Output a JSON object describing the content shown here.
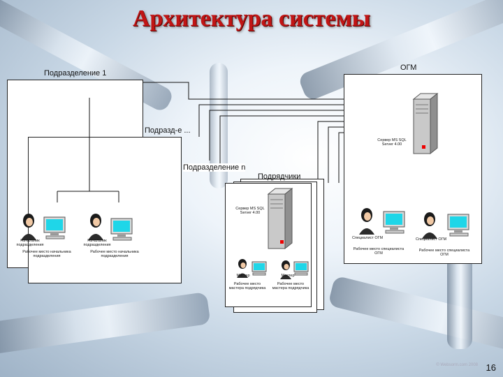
{
  "title": "Архитектура системы",
  "page_number": "16",
  "watermark": "© Websorm.com 2008",
  "panels": {
    "division1": {
      "title": "Подразделение 1"
    },
    "division_e": {
      "title": "Подразд-е ..."
    },
    "division_n": {
      "title": "Подразделение n"
    },
    "contractors": {
      "title": "Подрядчики"
    },
    "ogm": {
      "title": "ОГМ"
    }
  },
  "servers": {
    "ogm_server": "Сервер MS SQL Server 4.00",
    "contractor_server": "Сервер MS SQL Server 4.00"
  },
  "workstations": {
    "div1_head": {
      "role": "Начальник подразделения",
      "desc": "Рабочее место начальника подразделения"
    },
    "div1_deputy": {
      "role": "Начальник подразделения",
      "desc": "Рабочее место начальника подразделения"
    },
    "contractor_1": {
      "role": "Мастер",
      "desc": "Рабочее место мастера подрядчика"
    },
    "contractor_2": {
      "role": "Мастер",
      "desc": "Рабочее место мастера подрядчика"
    },
    "ogm_1": {
      "role": "Специалист ОГМ",
      "desc": "Рабочее место специалиста ОГМ"
    },
    "ogm_2": {
      "role": "Специалист ОГМ",
      "desc": "Рабочее место специалиста ОГМ"
    }
  }
}
